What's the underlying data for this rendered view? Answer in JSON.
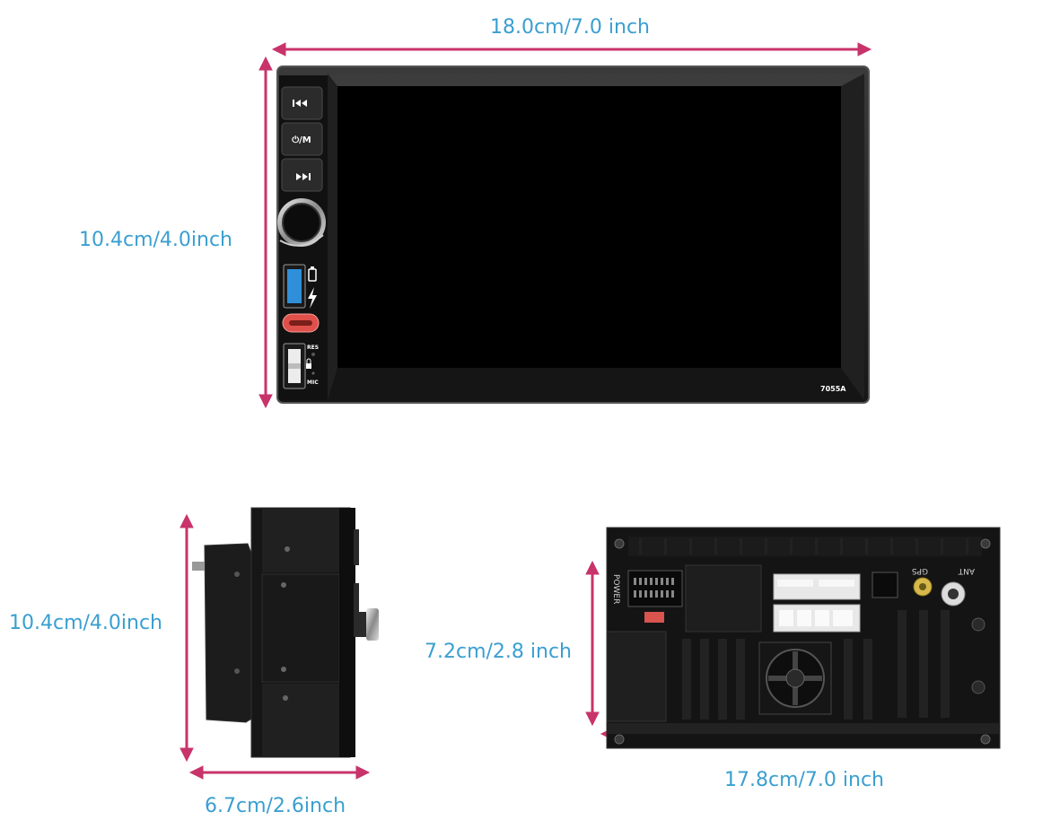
{
  "front": {
    "width_label": "18.0cm/7.0 inch",
    "height_label": "10.4cm/4.0inch",
    "model": "7055A",
    "buttons": [
      {
        "icon": "previous-track-icon",
        "label": "|◀◀"
      },
      {
        "icon": "power-mode-icon",
        "label": "⏻/M"
      },
      {
        "icon": "next-track-icon",
        "label": "▶▶|"
      }
    ],
    "res_label": "RES",
    "mic_label": "MIC"
  },
  "side": {
    "height_label": "10.4cm/4.0inch",
    "depth_label": "6.7cm/2.6inch"
  },
  "back": {
    "height_label": "7.2cm/2.8 inch",
    "width_label": "17.8cm/7.0 inch",
    "power_label": "POWER",
    "gps_label": "GPS",
    "ant_label": "ANT"
  },
  "colors": {
    "arrow": "#c8336a",
    "label": "#3a9fd0",
    "usb_blue": "#2f8fd8",
    "usbc_red": "#e0504a"
  }
}
